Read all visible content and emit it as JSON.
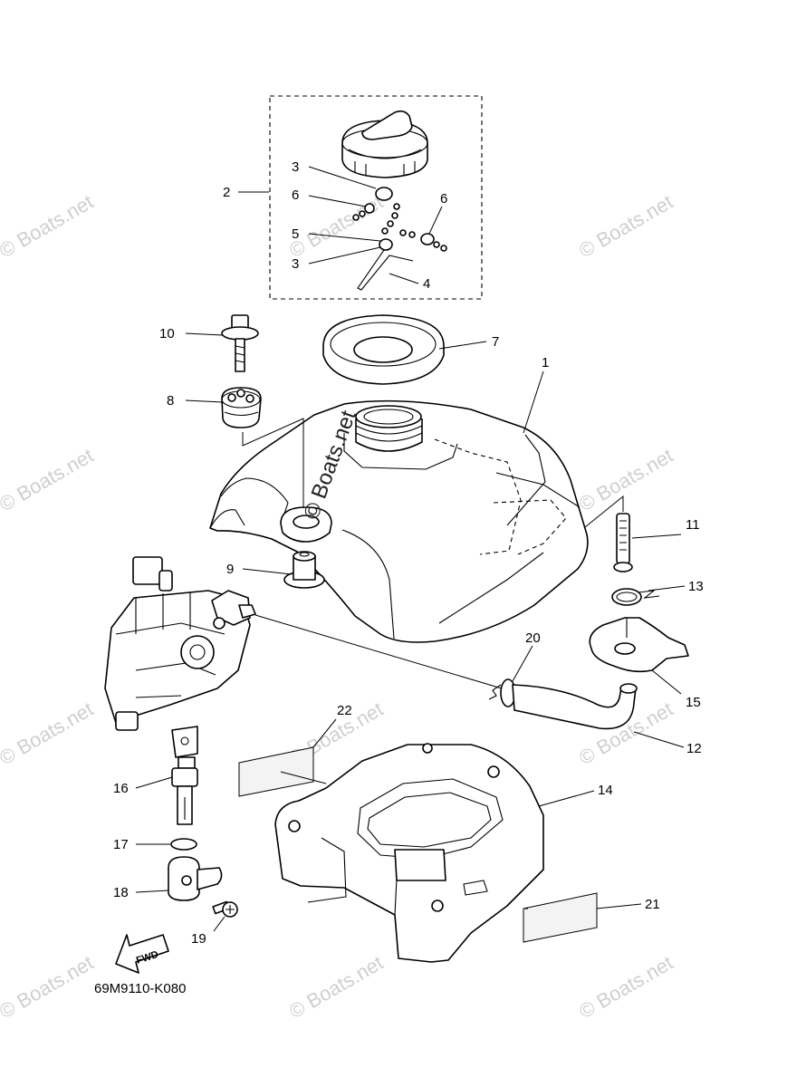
{
  "diagram": {
    "drawing_code": "69M9110-K080",
    "fwd_label": "FWD",
    "watermark": "© Boats.net",
    "callouts": [
      {
        "id": "c1",
        "text": "1"
      },
      {
        "id": "c2",
        "text": "2"
      },
      {
        "id": "c3a",
        "text": "3"
      },
      {
        "id": "c3b",
        "text": "3"
      },
      {
        "id": "c4",
        "text": "4"
      },
      {
        "id": "c5",
        "text": "5"
      },
      {
        "id": "c6a",
        "text": "6"
      },
      {
        "id": "c6b",
        "text": "6"
      },
      {
        "id": "c7",
        "text": "7"
      },
      {
        "id": "c8",
        "text": "8"
      },
      {
        "id": "c9",
        "text": "9"
      },
      {
        "id": "c10",
        "text": "10"
      },
      {
        "id": "c11",
        "text": "11"
      },
      {
        "id": "c12",
        "text": "12"
      },
      {
        "id": "c13",
        "text": "13"
      },
      {
        "id": "c14",
        "text": "14"
      },
      {
        "id": "c15",
        "text": "15"
      },
      {
        "id": "c16",
        "text": "16"
      },
      {
        "id": "c17",
        "text": "17"
      },
      {
        "id": "c18",
        "text": "18"
      },
      {
        "id": "c19",
        "text": "19"
      },
      {
        "id": "c20",
        "text": "20"
      },
      {
        "id": "c21",
        "text": "21"
      },
      {
        "id": "c22",
        "text": "22"
      }
    ]
  }
}
